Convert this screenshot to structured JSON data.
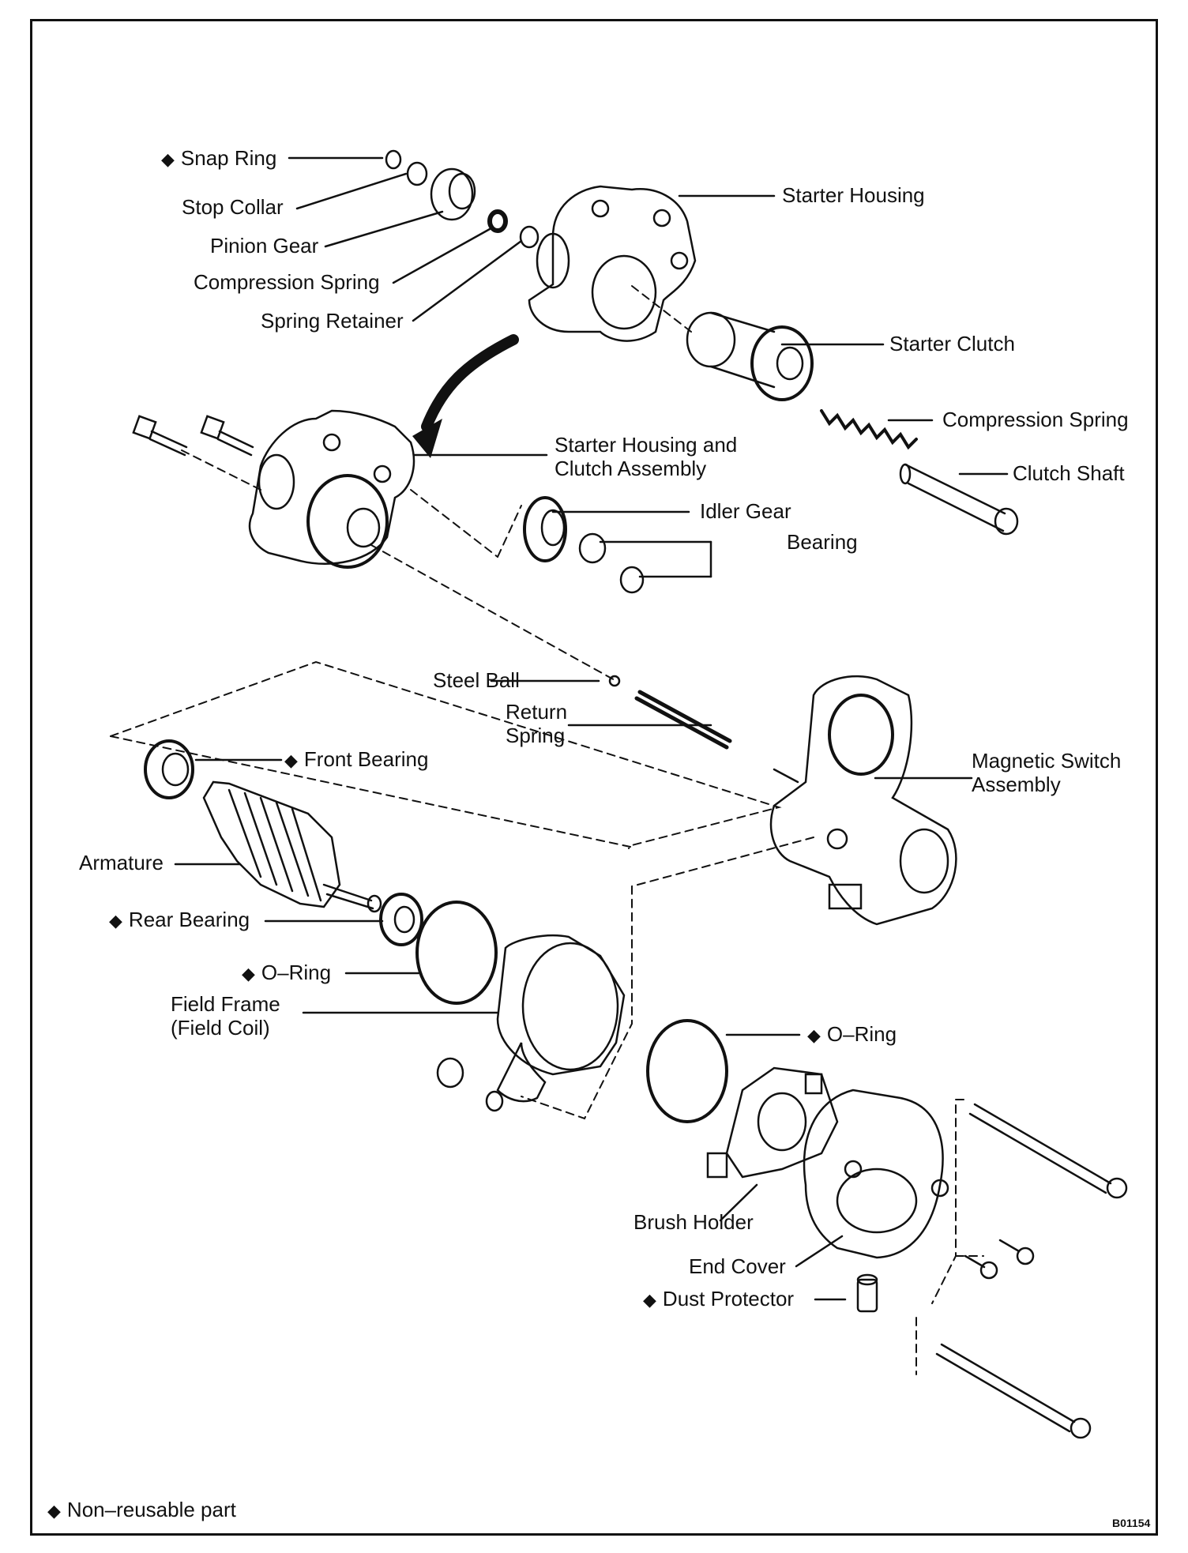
{
  "labels": {
    "snap_ring": "Snap Ring",
    "stop_collar": "Stop Collar",
    "pinion_gear": "Pinion Gear",
    "compression_spring_top": "Compression Spring",
    "spring_retainer": "Spring Retainer",
    "starter_housing": "Starter Housing",
    "starter_clutch": "Starter Clutch",
    "compression_spring_right": "Compression Spring",
    "clutch_shaft": "Clutch Shaft",
    "starter_housing_clutch_1": "Starter Housing and",
    "starter_housing_clutch_2": "Clutch Assembly",
    "idler_gear": "Idler Gear",
    "bearing": "Bearing",
    "steel_ball": "Steel Ball",
    "return_spring_1": "Return",
    "return_spring_2": "Spring",
    "front_bearing": "Front Bearing",
    "magnetic_switch_1": "Magnetic Switch",
    "magnetic_switch_2": "Assembly",
    "armature": "Armature",
    "rear_bearing": "Rear Bearing",
    "o_ring_left": "O–Ring",
    "field_frame_1": "Field Frame",
    "field_frame_2": "(Field Coil)",
    "o_ring_right": "O–Ring",
    "brush_holder": "Brush Holder",
    "end_cover": "End Cover",
    "dust_protector": "Dust Protector"
  },
  "legend": "Non–reusable part",
  "figure_code": "B01154",
  "symbols": {
    "non_reusable": "◆"
  },
  "colors": {
    "ink": "#111111",
    "paper": "#ffffff"
  }
}
